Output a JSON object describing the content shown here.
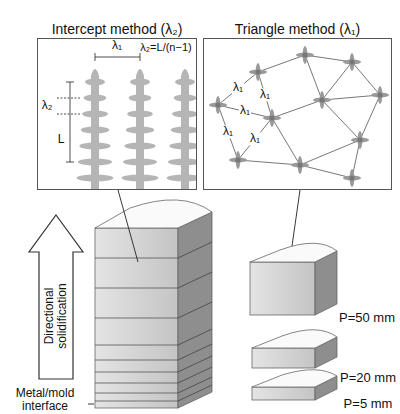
{
  "diagram": {
    "nodes": [
      {
        "text": [
          "Intercept method (λ₂)"
        ]
      },
      {
        "text": [
          "Triangle method (λ₁)"
        ]
      },
      {
        "text": [
          "Directional solidification"
        ]
      }
    ],
    "labels": [
      "λ₁",
      "λ₂=L/(n−1)",
      "λ₂",
      "L",
      "λ₁",
      "λ₁",
      "λ₁",
      "λ₁",
      "λ₁",
      "P=50 mm",
      "P=20 mm",
      "P=5 mm",
      "Metal/mold interface"
    ]
  }
}
